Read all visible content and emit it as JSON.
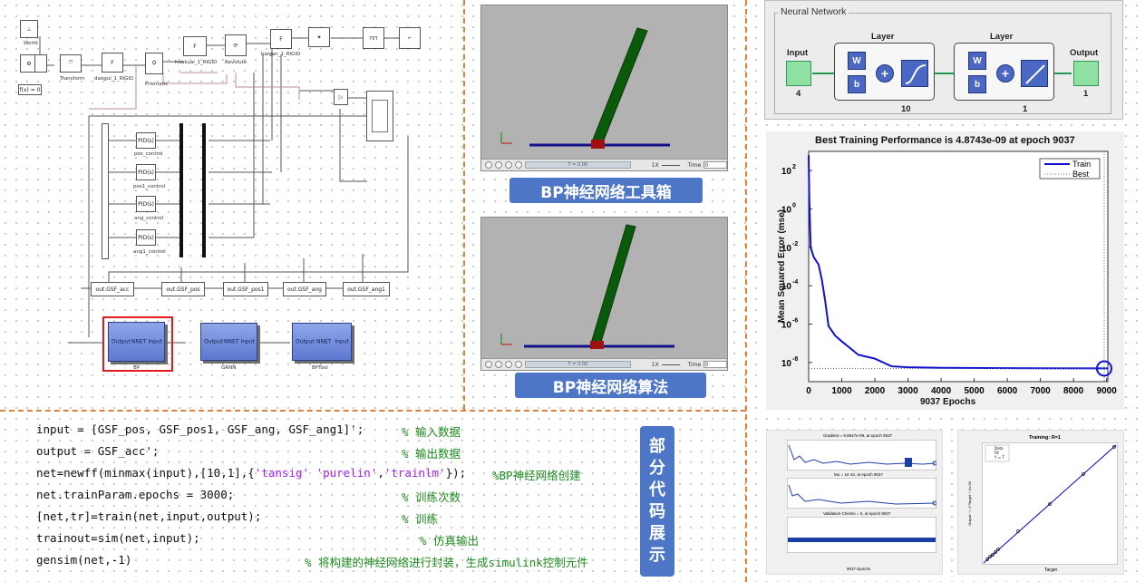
{
  "simulink": {
    "blocks": {
      "world": "World",
      "transform": "Transform",
      "daogui": "daogui_1_RIGID",
      "prismatic": "Prismatic",
      "huakuai": "huakuai_1_RIGID",
      "revolute": "Revolute",
      "baigan": "baigan_1_RIGID",
      "fx": "f(x) = 0",
      "pid": "PID(s)",
      "pos_control": "pos_control",
      "pos1_control": "pos1_control",
      "ang_control": "ang_control",
      "ang1_control": "ang1_control",
      "out_acc": "out.GSF_acc",
      "out_pos": "out.GSF_pos",
      "out_pos1": "out.GSF_pos1",
      "out_ang": "out.GSF_ang",
      "out_ang1": "out.GSF_ang1"
    },
    "nnet_blocks": [
      {
        "name": "BP",
        "output": "Output",
        "nnet": "NNET",
        "input": "Input"
      },
      {
        "name": "GRNN",
        "output": "Output",
        "nnet": "NNET",
        "input": "Input"
      },
      {
        "name": "BPTool",
        "output": "Output",
        "nnet": "NNET",
        "input": "Input"
      }
    ],
    "highlight_color": "#e01b1b"
  },
  "animations": [
    {
      "caption": "BP神经网络工具箱",
      "speed": "1X",
      "time_label": "Time",
      "time_value": "0",
      "slider_text": "T = 0.00"
    },
    {
      "caption": "BP神经网络算法",
      "speed": "1X",
      "time_label": "Time",
      "time_value": "0",
      "slider_text": "T = 0.00"
    }
  ],
  "code": {
    "lines": [
      {
        "text": "input = [GSF_pos, GSF_pos1, GSF_ang, GSF_ang1]';",
        "comment": "% 输入数据"
      },
      {
        "text": "output = GSF_acc';",
        "comment": "% 输出数据"
      },
      {
        "text_before": "net=newff(minmax(input),[10,1],{",
        "str1": "'tansig'",
        "str2": "'purelin'",
        "str3": "'trainlm'",
        "text_after": "});",
        "comment": "%BP神经网络创建"
      },
      {
        "text": "net.trainParam.epochs = 3000;",
        "comment": "% 训练次数"
      },
      {
        "text": "[net,tr]=train(net,input,output);",
        "comment": "% 训练"
      },
      {
        "text": "trainout=sim(net,input);",
        "comment": "% 仿真输出"
      },
      {
        "text": "gensim(net,-1)",
        "comment": "% 将构建的神经网络进行封装，生成simulink控制元件"
      }
    ],
    "side_caption": [
      "部",
      "分",
      "代",
      "码",
      "展",
      "示"
    ]
  },
  "neural_network": {
    "title": "Neural Network",
    "input_label": "Input",
    "input_size": "4",
    "layer1_label": "Layer",
    "layer1_size": "10",
    "layer2_label": "Layer",
    "layer2_size": "1",
    "output_label": "Output",
    "output_size": "1",
    "w": "W",
    "b": "b"
  },
  "perf_chart": {
    "title": "Best Training Performance is 4.8743e-09 at epoch 9037",
    "ylabel": "Mean Squared Error  (mse)",
    "xlabel": "9037 Epochs",
    "legend": [
      "Train",
      "Best"
    ],
    "xticks": [
      "0",
      "1000",
      "2000",
      "3000",
      "4000",
      "5000",
      "6000",
      "7000",
      "8000",
      "9000"
    ],
    "yticks": [
      "10",
      "10",
      "10",
      "10",
      "10",
      "10"
    ],
    "yexp": [
      "2",
      "0",
      "-2",
      "-4",
      "-6",
      "-8"
    ]
  },
  "chart_data": [
    {
      "type": "line",
      "title": "Best Training Performance is 4.8743e-09 at epoch 9037",
      "xlabel": "9037 Epochs",
      "ylabel": "Mean Squared Error  (mse)",
      "log_y": true,
      "xlim": [
        0,
        9037
      ],
      "ylim_exp": [
        -9,
        3
      ],
      "legend": "top-right",
      "series": [
        {
          "name": "Train",
          "color": "#1010d0",
          "x": [
            0,
            20,
            60,
            150,
            300,
            400,
            500,
            600,
            800,
            1000,
            1500,
            2000,
            2500,
            3000,
            4000,
            6000,
            9037
          ],
          "log10_y": [
            2.8,
            0.5,
            -2.0,
            -2.5,
            -2.9,
            -3.7,
            -4.8,
            -6.1,
            -6.6,
            -6.9,
            -7.6,
            -7.8,
            -8.2,
            -8.25,
            -8.28,
            -8.3,
            -8.31
          ]
        },
        {
          "name": "Best",
          "color": "#6a6aa8",
          "best_epoch": 9037,
          "best_value": 4.8743e-09
        }
      ]
    },
    {
      "type": "line",
      "title": "Training: R=1",
      "xlabel": "Target",
      "ylabel": "Output ~= 1*Target + 1e-09",
      "xlim": [
        0,
        160
      ],
      "ylim": [
        0,
        160
      ],
      "series": [
        {
          "name": "Data"
        },
        {
          "name": "Fit"
        },
        {
          "name": "Y = T"
        }
      ]
    }
  ],
  "mini_panels": {
    "gradient_title": "Gradient = 9.8647e-09, at epoch 9037",
    "mu_title": "Mu = 1e-10, at epoch 9037",
    "val_title": "Validation Checks = 0, at epoch 9037",
    "xlabel": "9037 Epochs",
    "regression_title": "Training: R=1",
    "regression_xlabel": "Target",
    "regression_ylabel": "Output ~= 1*Target + 1e-09",
    "reg_legend": [
      "Data",
      "Fit",
      "Y = T"
    ]
  }
}
